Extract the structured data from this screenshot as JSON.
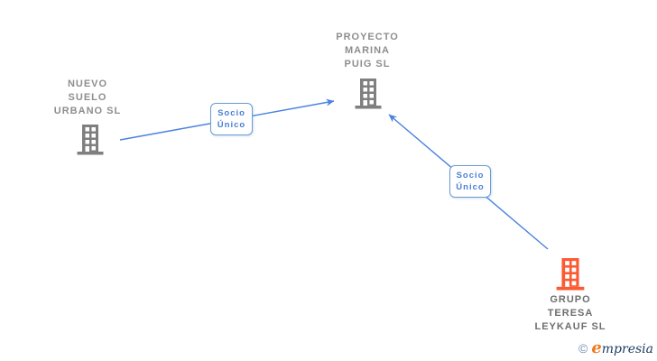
{
  "diagram": {
    "nodes": [
      {
        "id": "nuevo-suelo-urbano",
        "label_lines": [
          "NUEVO",
          "SUELO",
          "URBANO  SL"
        ],
        "icon": "building-icon",
        "color": "#7f7f7f"
      },
      {
        "id": "proyecto-marina-puig",
        "label_lines": [
          "PROYECTO",
          "MARINA",
          "PUIG SL"
        ],
        "icon": "building-icon",
        "color": "#7f7f7f"
      },
      {
        "id": "grupo-teresa-leykauf",
        "label_lines": [
          "GRUPO",
          "TERESA",
          "LEYKAUF SL"
        ],
        "icon": "building-icon",
        "color": "#fa5b33"
      }
    ],
    "edges": [
      {
        "from": "nuevo-suelo-urbano",
        "to": "proyecto-marina-puig",
        "label_lines": [
          "Socio",
          "Único"
        ]
      },
      {
        "from": "grupo-teresa-leykauf",
        "to": "proyecto-marina-puig",
        "label_lines": [
          "Socio",
          "Único"
        ]
      }
    ]
  },
  "watermark": {
    "copyright": "©",
    "brand_first_letter": "e",
    "brand_rest": "mpresia"
  },
  "colors": {
    "node_gray": "#7f7f7f",
    "node_orange": "#fa5b33",
    "edge_blue": "#4a82e0",
    "box_border_blue": "#6b9bd2",
    "box_text_blue": "#4a7fd6",
    "label_gray": "#8e8e8e",
    "label_dark": "#6e6e6e",
    "logo_orange": "#ed7b22",
    "logo_navy": "#1e3c63",
    "logo_gray_blue": "#6e8fb3"
  }
}
